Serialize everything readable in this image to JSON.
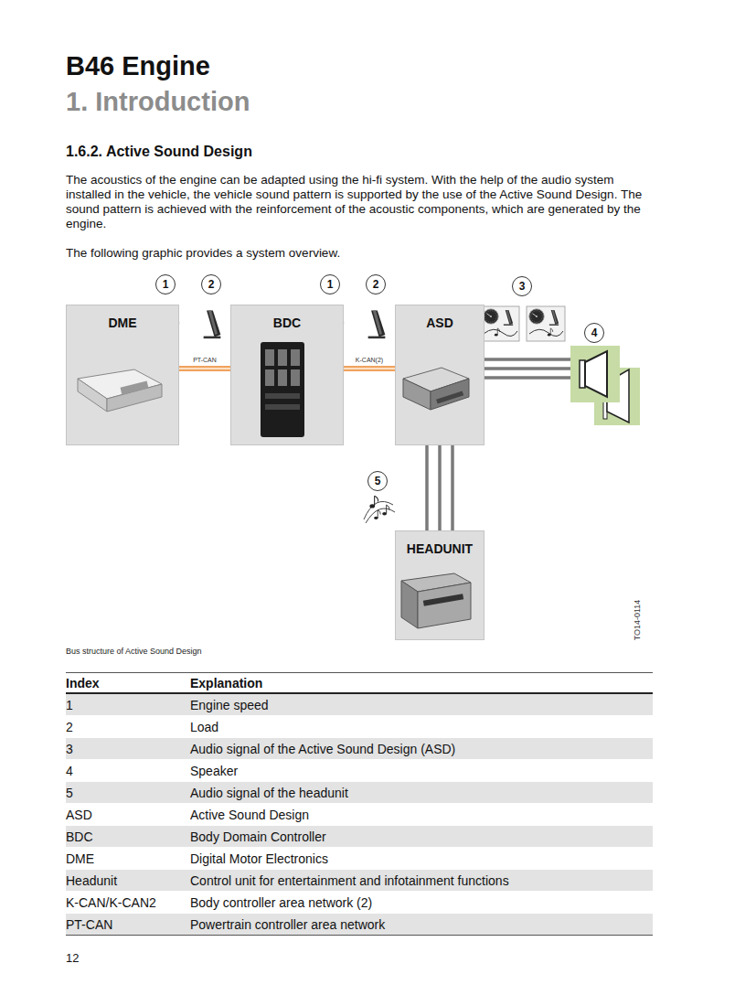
{
  "diagram": {
    "title": "B46 Engine",
    "caption": "Bus structure of Active Sound Design",
    "nodes": [
      {
        "text": [
          "DME"
        ]
      },
      {
        "text": [
          "BDC"
        ]
      },
      {
        "text": [
          "ASD"
        ]
      },
      {
        "text": [
          "HEADUNIT"
        ]
      }
    ],
    "edges": [
      {
        "from": 0,
        "to": 1,
        "label": "PT-CAN",
        "arrow": "none"
      },
      {
        "from": 1,
        "to": 2,
        "label": "K-CAN(2)",
        "arrow": "none"
      },
      {
        "from": 2,
        "to": 3,
        "arrow": "none"
      }
    ],
    "labels": [
      "1. Introduction",
      "1.6.2. Active Sound Design",
      "The acoustics of the engine can be adapted using the hi-fi system. With the help of the audio system installed in the vehicle, the vehicle sound pattern is supported by the use of the Active Sound Design. The sound pattern is achieved with the reinforcement of the acoustic components, which are generated by the engine.",
      "The following graphic provides a system overview.",
      "1",
      "2",
      "1",
      "2",
      "3",
      "4",
      "5",
      "TO14-0114",
      "Index",
      "Explanation",
      "1",
      "Engine speed",
      "2",
      "Load",
      "3",
      "Audio signal of the Active Sound Design (ASD)",
      "4",
      "Speaker",
      "5",
      "Audio signal of the headunit",
      "ASD",
      "Active Sound Design",
      "BDC",
      "Body Domain Controller",
      "DME",
      "Digital Motor Electronics",
      "Headunit",
      "Control unit for entertainment and infotainment functions",
      "K-CAN/K-CAN2",
      "Body controller area network (2)",
      "PT-CAN",
      "Powertrain controller area network",
      "12"
    ]
  }
}
